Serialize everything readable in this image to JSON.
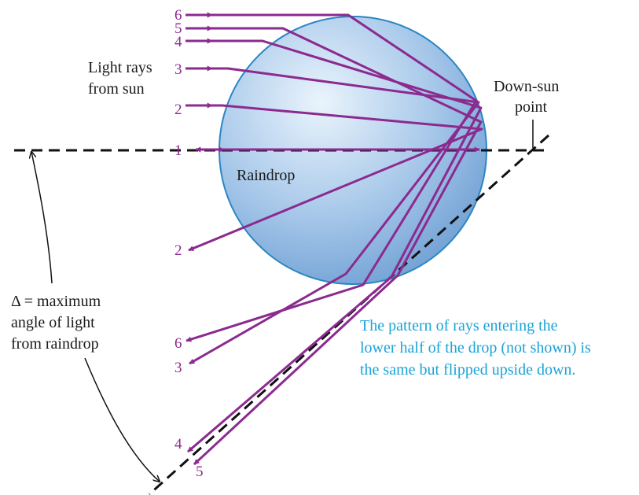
{
  "colors": {
    "ray": "#8b2a8f",
    "note": "#1aa3d8",
    "drop_edge": "#2a86c4",
    "drop_light": "#eaf4fc",
    "drop_dark": "#6e9fd3"
  },
  "labels": {
    "light_rays_line1": "Light rays",
    "light_rays_line2": "from sun",
    "down_sun_line1": "Down-sun",
    "down_sun_line2": "point",
    "raindrop": "Raindrop",
    "delta_line1": "Δ = maximum",
    "delta_line2": "angle of light",
    "delta_line3": "from raindrop",
    "note_line1": "The pattern of rays entering the",
    "note_line2": "lower half of the drop (not shown) is",
    "note_line3": "the same but flipped upside down."
  },
  "incoming_ray_numbers": [
    "6",
    "5",
    "4",
    "3",
    "2",
    "1"
  ],
  "outgoing_ray_numbers": [
    "2",
    "6",
    "3",
    "4",
    "5"
  ]
}
